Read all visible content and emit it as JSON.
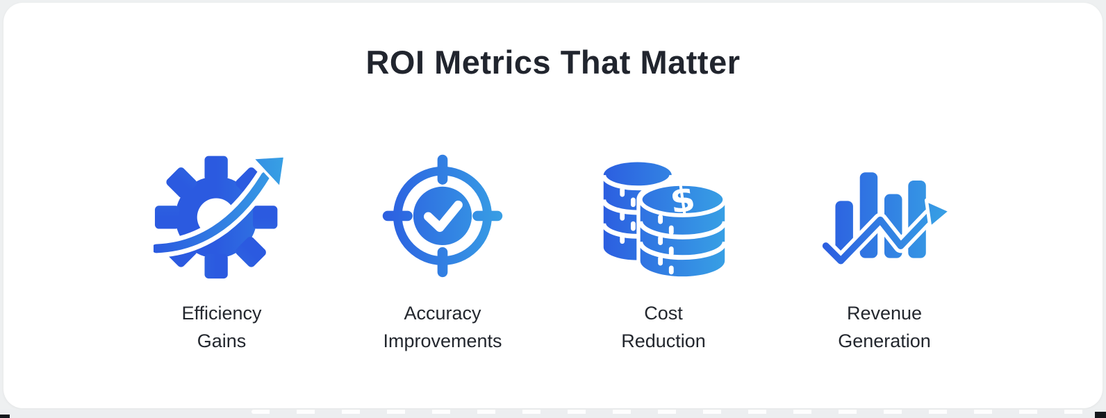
{
  "page": {
    "title": "ROI Metrics That Matter"
  },
  "metrics": [
    {
      "id": "efficiency-gains",
      "icon": "gear-growth-arrow-icon",
      "line1": "Efficiency",
      "line2": "Gains"
    },
    {
      "id": "accuracy-improvements",
      "icon": "target-checkmark-icon",
      "line1": "Accuracy",
      "line2": "Improvements"
    },
    {
      "id": "cost-reduction",
      "icon": "coin-stack-dollar-icon",
      "line1": "Cost",
      "line2": "Reduction"
    },
    {
      "id": "revenue-generation",
      "icon": "bar-chart-trend-arrow-icon",
      "line1": "Revenue",
      "line2": "Generation"
    }
  ],
  "coin_icon": {
    "dollar_symbol": "$"
  },
  "colors": {
    "icon_gradient_start": "#2B5AE0",
    "icon_gradient_end": "#38A3E5",
    "title_text": "#21252E",
    "label_text": "#23272E",
    "card_background": "#FFFFFF",
    "page_background": "#EEF0F1"
  }
}
